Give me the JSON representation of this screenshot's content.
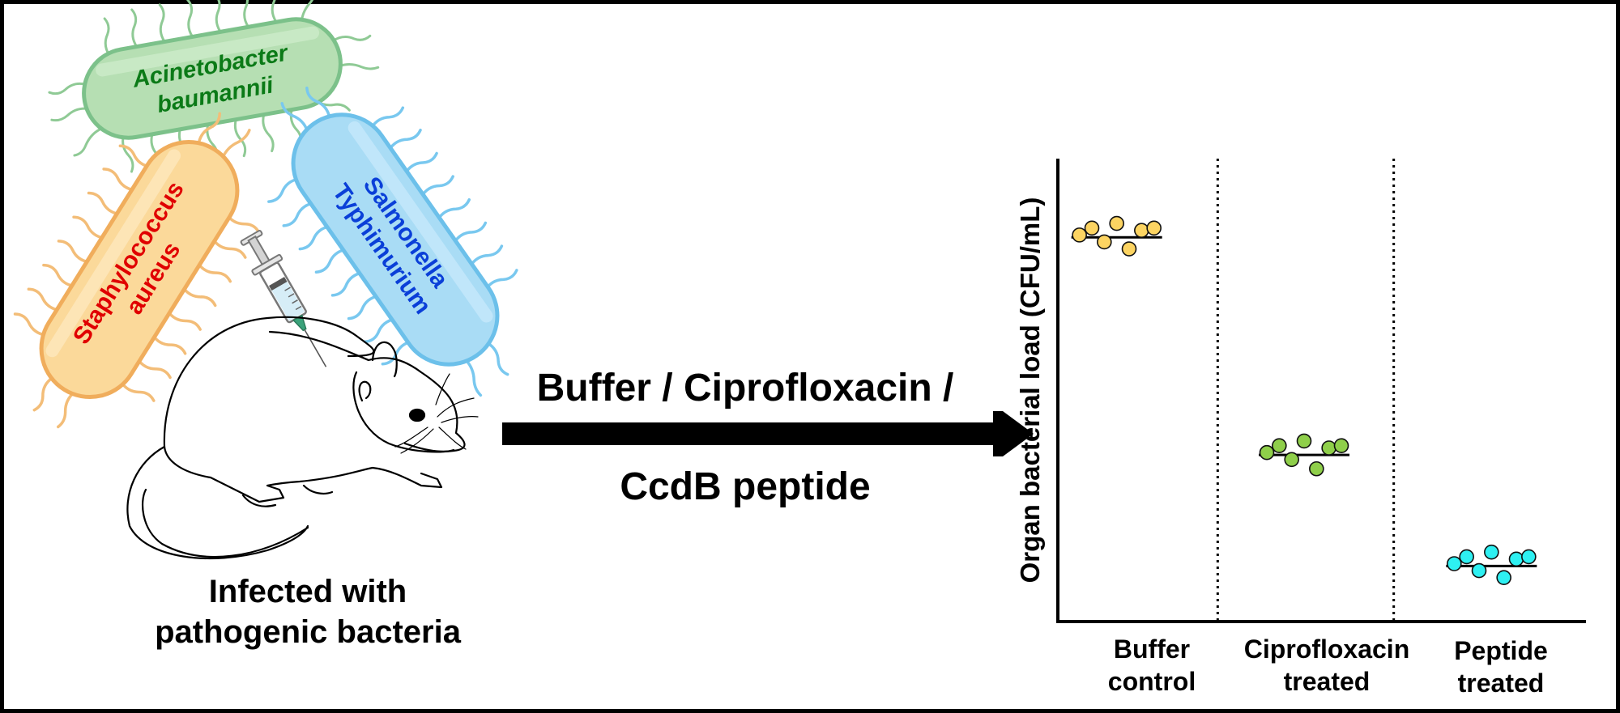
{
  "bacteria": [
    {
      "name_line1": "Acinetobacter",
      "name_line2": "baumannii",
      "fill": "#b6dfb3",
      "stroke": "#7cc18a",
      "text_color": "#0b7a17"
    },
    {
      "name_line1": "Staphylococcus",
      "name_line2": "aureus",
      "fill": "#fbd99a",
      "stroke": "#f0ad5c",
      "text_color": "#e00000"
    },
    {
      "name_line1": "Salmonella",
      "name_line2": "Typhimurium",
      "fill": "#a9dcf5",
      "stroke": "#6cc0ea",
      "text_color": "#0a3fd8"
    }
  ],
  "left_caption": {
    "line1": "Infected with",
    "line2": "pathogenic bacteria"
  },
  "treatment_arrow": {
    "top_text": "Buffer / Ciprofloxacin /",
    "bottom_text": "CcdB peptide"
  },
  "chart_data": {
    "type": "scatter",
    "title": "",
    "ylabel": "Organ bacterial load (CFU/mL)",
    "xlabel": "",
    "grid": false,
    "separators": "dotted vertical lines between groups",
    "ylim": [
      0,
      10
    ],
    "categories": [
      "Buffer control",
      "Ciprofloxacin treated",
      "Peptide treated"
    ],
    "category_lines": [
      [
        "Buffer",
        "control"
      ],
      [
        "Ciprofloxacin",
        "treated"
      ],
      [
        "Peptide",
        "treated"
      ]
    ],
    "series": [
      {
        "name": "Buffer control",
        "color": "#fcd462",
        "mean": 8.3,
        "values": [
          8.35,
          8.5,
          8.2,
          8.6,
          8.05,
          8.45,
          8.5
        ]
      },
      {
        "name": "Ciprofloxacin treated",
        "color": "#8fcf4a",
        "mean": 3.6,
        "values": [
          3.65,
          3.8,
          3.5,
          3.9,
          3.3,
          3.75,
          3.8
        ]
      },
      {
        "name": "Peptide treated",
        "color": "#2ef0f2",
        "mean": 1.2,
        "values": [
          1.25,
          1.4,
          1.1,
          1.5,
          0.95,
          1.35,
          1.4
        ]
      }
    ]
  }
}
